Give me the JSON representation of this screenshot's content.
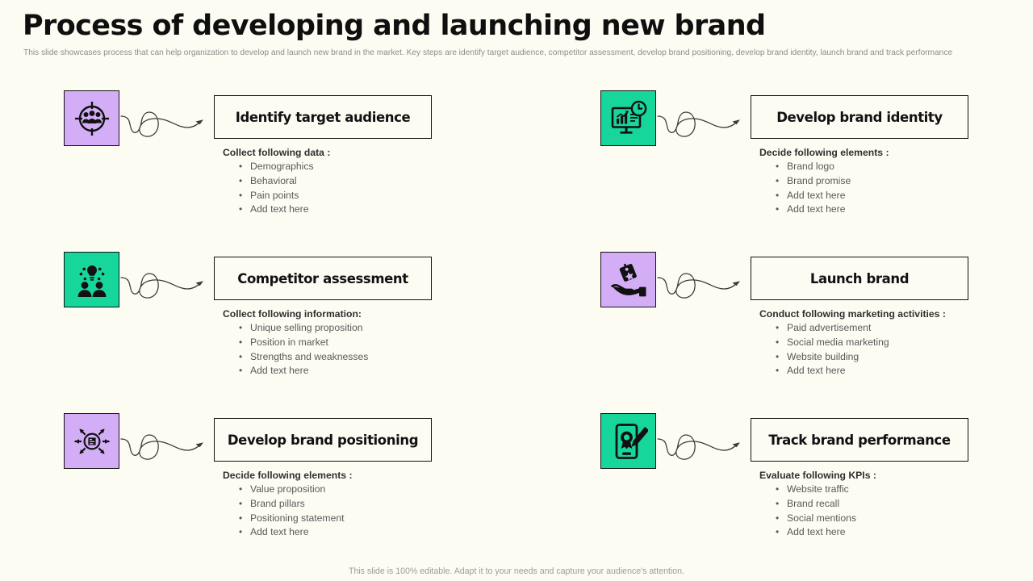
{
  "header": {
    "title": "Process of developing and launching new brand",
    "subtitle": "This slide showcases process that can help organization to develop and launch new brand in the market. Key steps are identify target audience, competitor assessment, develop brand positioning, develop brand identity, launch brand and track performance"
  },
  "colors": {
    "page_background": "#fdfcf3",
    "purple_tile": "#d3aef7",
    "green_tile": "#17d69b",
    "outline": "#111111",
    "body_text": "#595959",
    "lead_text": "#2f2f2f",
    "muted_text": "#8c8c8c"
  },
  "steps": [
    {
      "id": "identify-target-audience",
      "title": "Identify target audience",
      "lead": "Collect following data :",
      "bullets": [
        "Demographics",
        "Behavioral",
        "Pain points",
        "Add text here"
      ],
      "icon_name": "target-audience-icon",
      "tile_color": "purple",
      "column": "left",
      "row": 1
    },
    {
      "id": "competitor-assessment",
      "title": "Competitor assessment",
      "lead": "Collect following information:",
      "bullets": [
        "Unique selling proposition",
        "Position in market",
        "Strengths and weaknesses",
        "Add text here"
      ],
      "icon_name": "people-idea-icon",
      "tile_color": "green",
      "column": "left",
      "row": 2
    },
    {
      "id": "develop-brand-positioning",
      "title": "Develop brand positioning",
      "lead": "Decide following elements :",
      "bullets": [
        "Value proposition",
        "Brand pillars",
        "Positioning statement",
        "Add text here"
      ],
      "icon_name": "positioning-radiate-icon",
      "tile_color": "purple",
      "column": "left",
      "row": 3
    },
    {
      "id": "develop-brand-identity",
      "title": "Develop brand identity",
      "lead": "Decide following elements :",
      "bullets": [
        "Brand logo",
        "Brand promise",
        "Add text here",
        "Add text here"
      ],
      "icon_name": "monitor-analytics-icon",
      "tile_color": "green",
      "column": "right",
      "row": 1
    },
    {
      "id": "launch-brand",
      "title": "Launch brand",
      "lead": "Conduct following marketing activities :",
      "bullets": [
        "Paid advertisement",
        "Social media marketing",
        "Website building",
        "Add text here"
      ],
      "icon_name": "hand-price-tag-icon",
      "tile_color": "purple",
      "column": "right",
      "row": 2
    },
    {
      "id": "track-brand-performance",
      "title": "Track brand performance",
      "lead": "Evaluate following KPIs :",
      "bullets": [
        "Website traffic",
        "Brand recall",
        "Social mentions",
        "Add text here"
      ],
      "icon_name": "mobile-award-edit-icon",
      "tile_color": "green",
      "column": "right",
      "row": 3
    }
  ],
  "footer": {
    "note": "This slide is 100% editable. Adapt it to your needs and capture your audience's attention."
  }
}
